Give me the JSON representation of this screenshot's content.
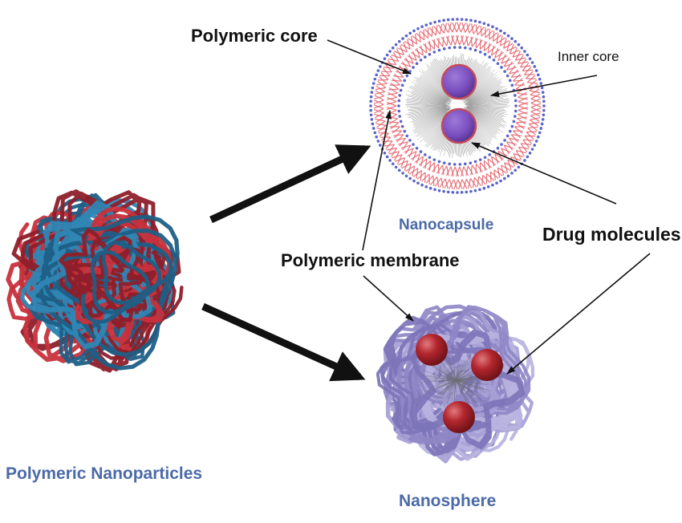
{
  "labels": {
    "polymeric_core": "Polymeric  core",
    "inner_core": "Inner core",
    "nanocapsule": "Nanocapsule",
    "drug_molecules": "Drug molecules",
    "polymeric_membrane": "Polymeric membrane",
    "polymeric_nanoparticles": "Polymeric Nanoparticles",
    "nanosphere": "Nanosphere"
  },
  "colors": {
    "text_dark": "#111111",
    "text_blue": "#4a6aa8",
    "strand_red": "#c8323c",
    "strand_dark_red": "#8e1f2a",
    "strand_blue": "#2f86b4",
    "strand_dark_blue": "#1d5f86",
    "lipid_head_blue": "#5a63c8",
    "lipid_tail_red": "#e25a64",
    "capsule_drug": "#7b4fc0",
    "sphere_strand": "#9f97d0",
    "sphere_drug": "#b3262e",
    "arrow": "#111111"
  },
  "icons": {
    "nanoparticle": "polymer-coil-icon",
    "nanocapsule": "nanocapsule-icon",
    "nanosphere": "nanosphere-icon",
    "drug": "drug-molecule-icon"
  }
}
